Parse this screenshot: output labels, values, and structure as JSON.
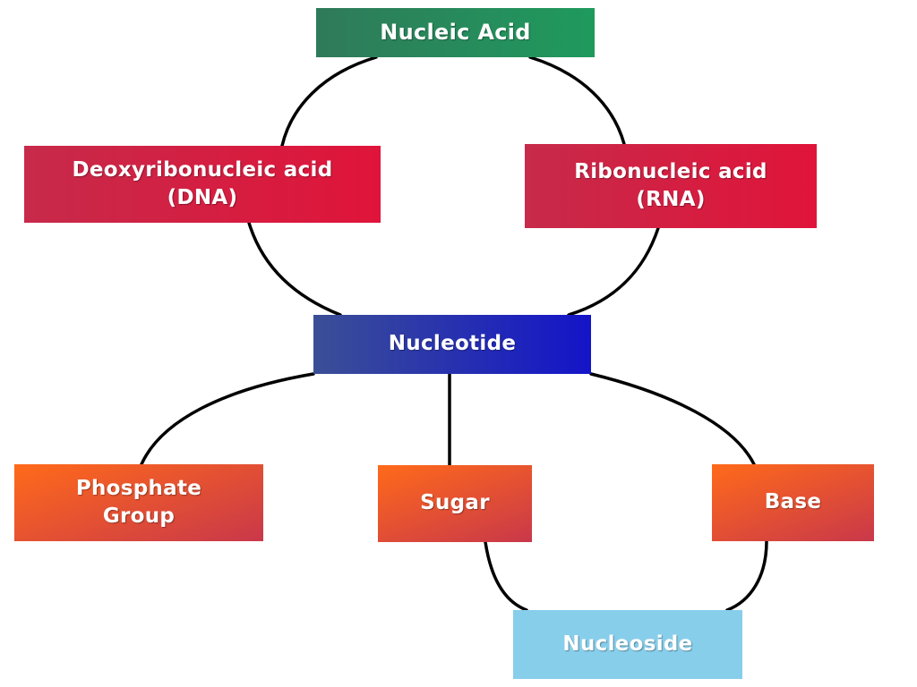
{
  "nodes": {
    "nucleic_acid": {
      "label": "Nucleic Acid",
      "color": "#1f9a5d"
    },
    "dna": {
      "line1": "Deoxyribonucleic acid",
      "line2": "(DNA)",
      "color": "#e0143a"
    },
    "rna": {
      "line1": "Ribonucleic acid",
      "line2": "(RNA)",
      "color": "#e0143a"
    },
    "nucleotide": {
      "label": "Nucleotide",
      "color": "#1414c8"
    },
    "phosphate": {
      "line1": "Phosphate",
      "line2": "Group",
      "color": "#ff6a1a"
    },
    "sugar": {
      "label": "Sugar",
      "color": "#ff6a1a"
    },
    "base": {
      "label": "Base",
      "color": "#ff6a1a"
    },
    "nucleoside": {
      "label": "Nucleoside",
      "color": "#87ceeb"
    }
  },
  "connections": [
    {
      "from": "nucleic_acid",
      "to": "dna"
    },
    {
      "from": "nucleic_acid",
      "to": "rna"
    },
    {
      "from": "dna",
      "to": "nucleotide"
    },
    {
      "from": "rna",
      "to": "nucleotide"
    },
    {
      "from": "nucleotide",
      "to": "phosphate"
    },
    {
      "from": "nucleotide",
      "to": "sugar"
    },
    {
      "from": "nucleotide",
      "to": "base"
    },
    {
      "from": "sugar",
      "to": "nucleoside"
    },
    {
      "from": "base",
      "to": "nucleoside"
    }
  ]
}
